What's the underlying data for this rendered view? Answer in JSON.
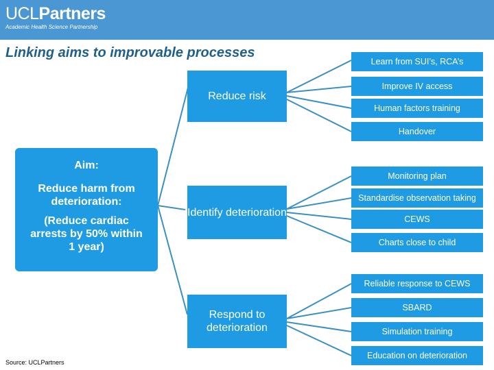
{
  "header": {
    "logo_ucl": "UCL",
    "logo_partners": "Partners",
    "logo_subtitle": "Academic Health Science Partnership",
    "accent_color": "#4a97d3"
  },
  "title": "Linking aims to improvable processes",
  "aim": {
    "heading": "Aim:",
    "line1": "Reduce harm from",
    "line2": "deterioration:",
    "line3": "(Reduce cardiac",
    "line4": "arrests by 50% within",
    "line5": "1 year)"
  },
  "drivers": [
    {
      "label": "Reduce risk",
      "actions": [
        "Learn from SUI’s, RCA’s",
        "Improve IV access",
        "Human factors training",
        "Handover"
      ]
    },
    {
      "label": "Identify deterioration",
      "actions": [
        "Monitoring plan",
        "Standardise observation taking",
        "CEWS",
        "Charts close to child"
      ]
    },
    {
      "label": "Respond to deterioration",
      "actions": [
        "Reliable response to CEWS",
        "SBARD",
        "Simulation training",
        "Education on deterioration"
      ]
    }
  ],
  "box_color": "#1e9be2",
  "line_color": "#3a8fc4",
  "source": "Source: UCLPartners"
}
